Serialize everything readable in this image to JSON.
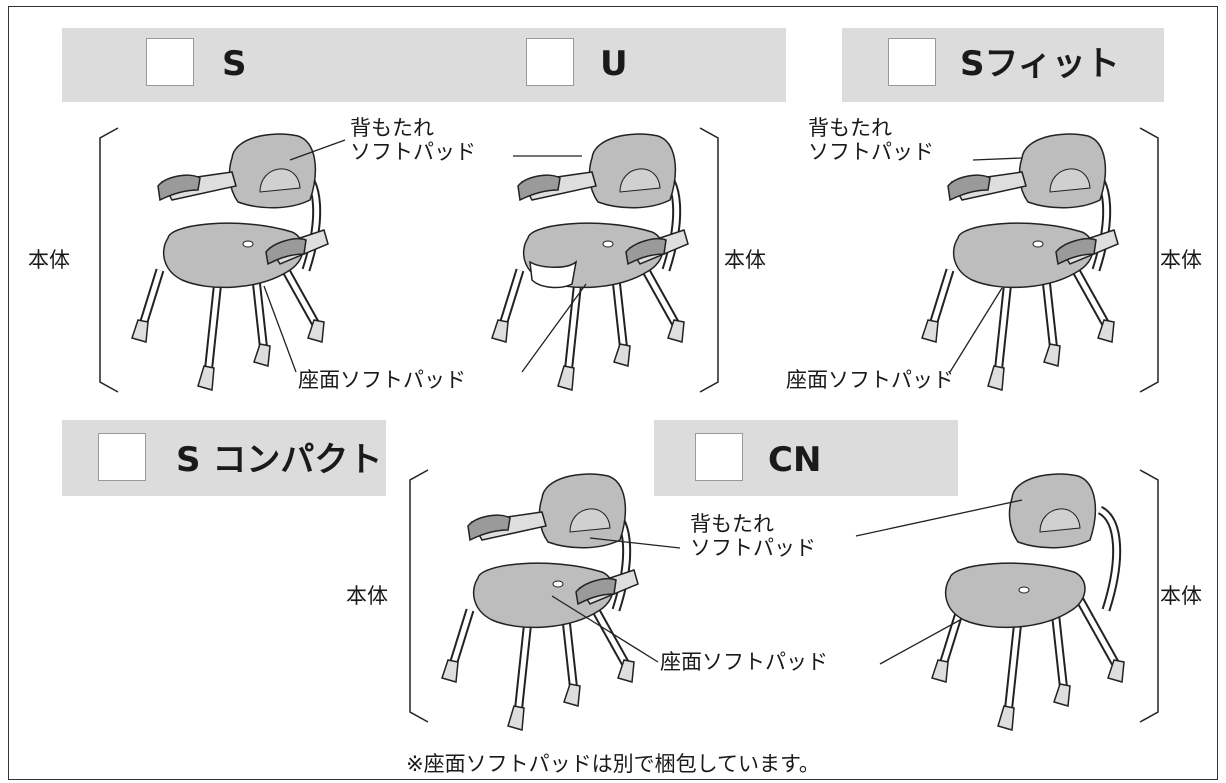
{
  "models": {
    "s": {
      "name": "S"
    },
    "u": {
      "name": "U"
    },
    "s_fit": {
      "name": "Sフィット"
    },
    "s_compact": {
      "name": "S コンパクト"
    },
    "cn": {
      "name": "CN"
    }
  },
  "parts": {
    "body": "本体",
    "back_pad_line1": "背もたれ",
    "back_pad_line2": "ソフトパッド",
    "seat_pad": "座面ソフトパッド"
  },
  "footnote": "※座面ソフトパッドは別で梱包しています。",
  "colors": {
    "band": "#dcdcdc",
    "pad": "#bdbdbd",
    "line": "#222222",
    "frame_fill": "#ffffff"
  }
}
